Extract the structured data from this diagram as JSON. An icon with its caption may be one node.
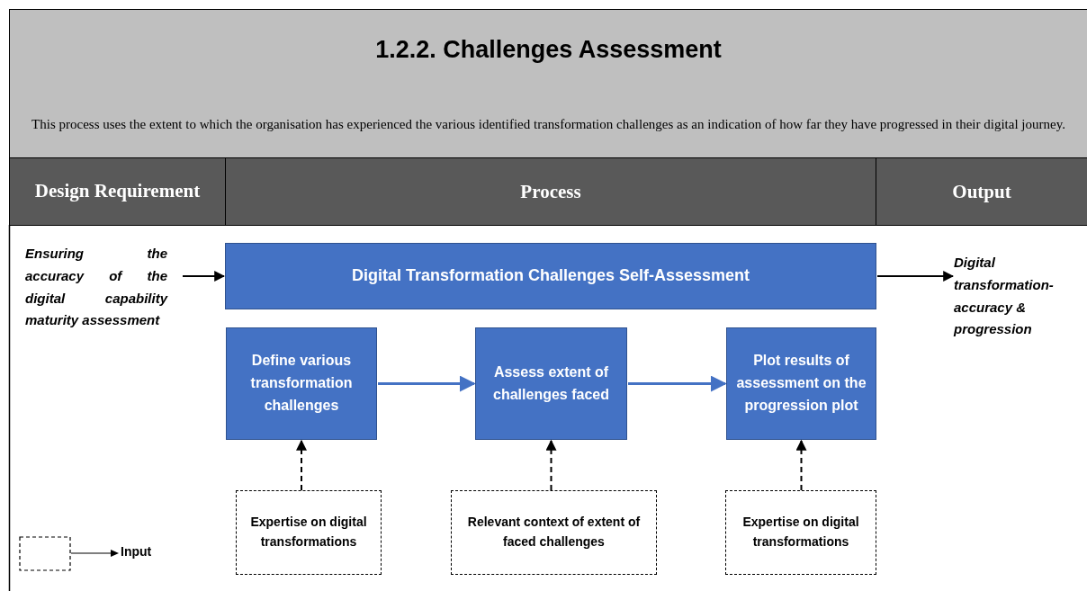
{
  "diagram": {
    "title": "1.2.2. Challenges Assessment",
    "nodes": [
      {
        "text": [
          "Ensuring the accuracy of the digital capability maturity assessment"
        ]
      },
      {
        "text": [
          "Digital Transformation Challenges Self-Assessment"
        ]
      },
      {
        "text": [
          "Digital transformation-accuracy & progression"
        ]
      },
      {
        "text": [
          "Define various transformation challenges"
        ]
      },
      {
        "text": [
          "Assess extent of challenges faced"
        ]
      },
      {
        "text": [
          "Plot results of assessment on the progression plot"
        ]
      },
      {
        "text": [
          "Expertise on digital transformations"
        ]
      },
      {
        "text": [
          "Relevant context of extent of faced challenges"
        ]
      },
      {
        "text": [
          "Expertise on digital transformations"
        ]
      }
    ],
    "edges": [
      {
        "from": 0,
        "to": 1,
        "arrow": "to"
      },
      {
        "from": 1,
        "to": 2,
        "arrow": "to"
      },
      {
        "from": 3,
        "to": 4,
        "arrow": "to",
        "color": "#4472c4"
      },
      {
        "from": 4,
        "to": 5,
        "arrow": "to",
        "color": "#4472c4"
      },
      {
        "from": 6,
        "to": 3,
        "arrow": "to",
        "style": "dashed"
      },
      {
        "from": 7,
        "to": 4,
        "arrow": "to",
        "style": "dashed"
      },
      {
        "from": 8,
        "to": 5,
        "arrow": "to",
        "style": "dashed"
      }
    ],
    "labels": [
      "This process uses the extent to which the organisation has experienced the various identified transformation challenges as an indication of how far they have progressed in their digital journey.",
      "Design Requirement",
      "Process",
      "Output"
    ],
    "legend": [
      {
        "text": "Input"
      }
    ]
  }
}
